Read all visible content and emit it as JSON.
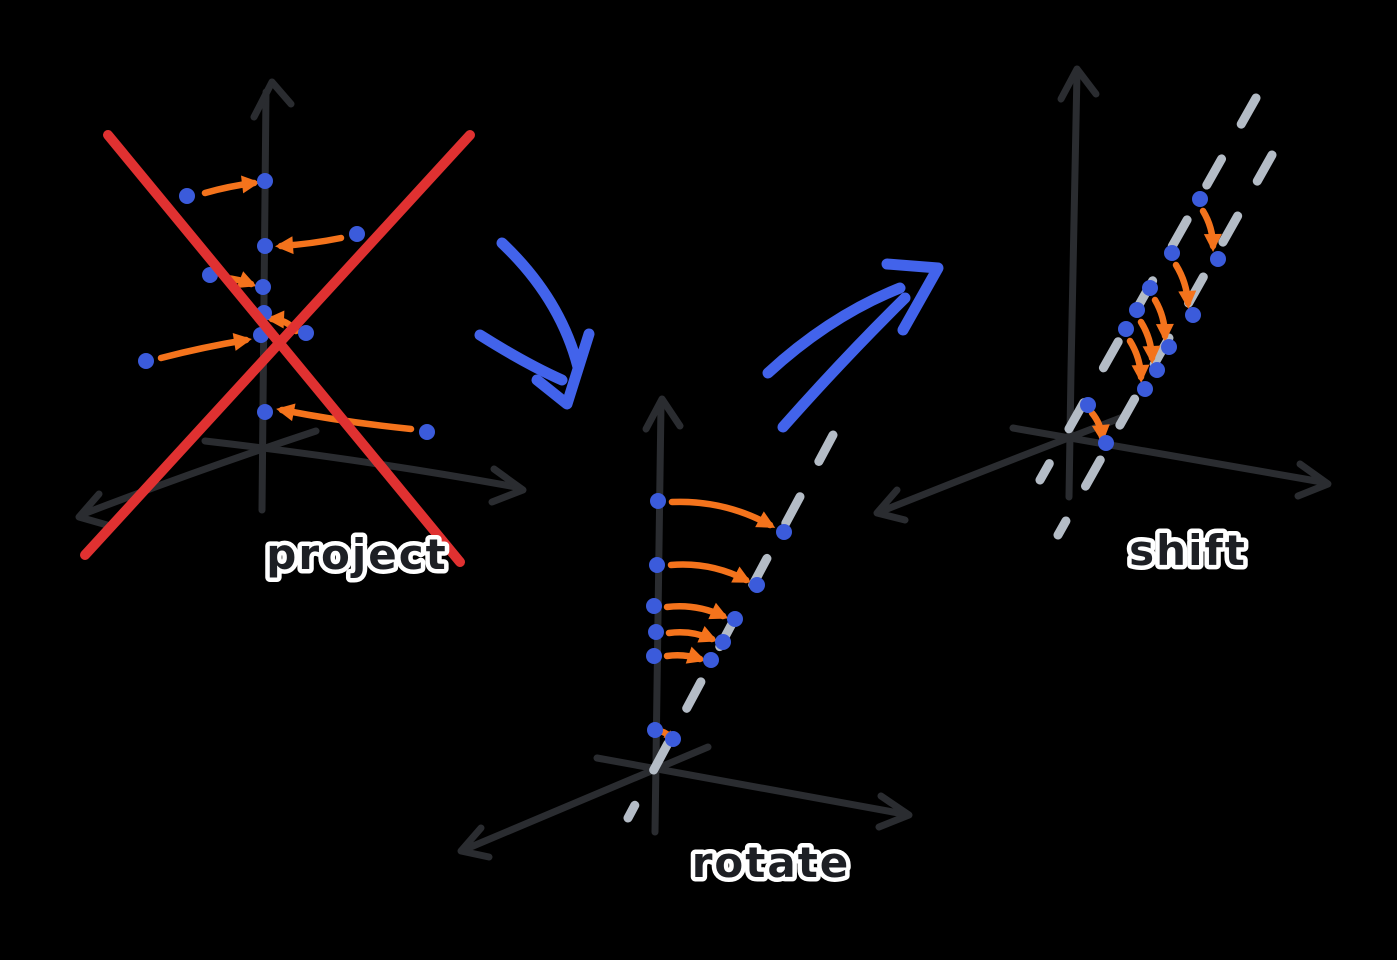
{
  "colors": {
    "background": "#000000",
    "axis": "#2a2c30",
    "dot": "#3b5bdb",
    "arrow_orange": "#f4731c",
    "cross_red": "#e03131",
    "flow_blue": "#4263eb",
    "dash_gray": "#b4bcc6",
    "label_fill": "#1d1f24",
    "label_outline": "#ffffff"
  },
  "panels": [
    {
      "name": "project",
      "label": "project",
      "crossed_out": true,
      "dashed_lines": [],
      "pairs": [
        {
          "dot": [
            187,
            196
          ],
          "target": [
            265,
            181
          ],
          "arrow": [
            205,
            193,
            254,
            183
          ],
          "bow": 2
        },
        {
          "dot": [
            357,
            234
          ],
          "target": [
            265,
            246
          ],
          "arrow": [
            341,
            238,
            281,
            246
          ],
          "bow": 2
        },
        {
          "dot": [
            210,
            275
          ],
          "target": [
            263,
            287
          ],
          "arrow": [
            225,
            278,
            251,
            284
          ],
          "bow": 2
        },
        {
          "dot": [
            306,
            333
          ],
          "target": [
            264,
            313
          ],
          "arrow": [
            296,
            331,
            272,
            319
          ],
          "bow": -6
        },
        {
          "dot": [
            146,
            361
          ],
          "target": [
            261,
            335
          ],
          "arrow": [
            161,
            358,
            246,
            340
          ],
          "bow": 2
        },
        {
          "dot": [
            427,
            432
          ],
          "target": [
            265,
            412
          ],
          "arrow": [
            411,
            429,
            282,
            410
          ],
          "bow": 3
        }
      ]
    },
    {
      "name": "rotate",
      "label": "rotate",
      "crossed_out": false,
      "dashed_lines": [
        [
          833,
          435,
          628,
          818
        ]
      ],
      "pairs": [
        {
          "dot": [
            658,
            501
          ],
          "target": [
            784,
            532
          ],
          "arrow": [
            672,
            502,
            770,
            525
          ],
          "bow": 14
        },
        {
          "dot": [
            657,
            565
          ],
          "target": [
            757,
            585
          ],
          "arrow": [
            671,
            565,
            746,
            580
          ],
          "bow": 11
        },
        {
          "dot": [
            654,
            606
          ],
          "target": [
            735,
            619
          ],
          "arrow": [
            667,
            607,
            723,
            616
          ],
          "bow": 8
        },
        {
          "dot": [
            656,
            632
          ],
          "target": [
            723,
            642
          ],
          "arrow": [
            669,
            633,
            712,
            639
          ],
          "bow": 6
        },
        {
          "dot": [
            654,
            656
          ],
          "target": [
            711,
            660
          ],
          "arrow": [
            667,
            656,
            700,
            659
          ],
          "bow": 4
        },
        {
          "dot": [
            655,
            730
          ],
          "target": [
            673,
            739
          ],
          "arrow": [
            659,
            731,
            669,
            736
          ],
          "bow": 2
        }
      ]
    },
    {
      "name": "shift",
      "label": "shift",
      "crossed_out": false,
      "dashed_lines": [
        [
          1256,
          98,
          1040,
          480
        ],
        [
          1272,
          155,
          1058,
          535
        ]
      ],
      "pairs": [
        {
          "dot": [
            1200,
            199
          ],
          "target": [
            1218,
            259
          ],
          "arrow": [
            1203,
            211,
            1213,
            246
          ],
          "bow": 5
        },
        {
          "dot": [
            1172,
            253
          ],
          "target": [
            1193,
            315
          ],
          "arrow": [
            1176,
            265,
            1188,
            303
          ],
          "bow": 5
        },
        {
          "dot": [
            1150,
            288
          ],
          "target": [
            1169,
            347
          ],
          "arrow": [
            1155,
            300,
            1165,
            336
          ],
          "bow": 5
        },
        {
          "dot": [
            1137,
            310
          ],
          "target": [
            1157,
            370
          ],
          "arrow": [
            1141,
            322,
            1152,
            358
          ],
          "bow": 5
        },
        {
          "dot": [
            1126,
            329
          ],
          "target": [
            1145,
            389
          ],
          "arrow": [
            1130,
            341,
            1141,
            377
          ],
          "bow": 5
        },
        {
          "dot": [
            1088,
            405
          ],
          "target": [
            1106,
            443
          ],
          "arrow": [
            1092,
            413,
            1102,
            437
          ],
          "bow": 4
        }
      ]
    }
  ],
  "flow_arrows": [
    {
      "name": "project-to-rotate"
    },
    {
      "name": "rotate-to-shift"
    }
  ]
}
